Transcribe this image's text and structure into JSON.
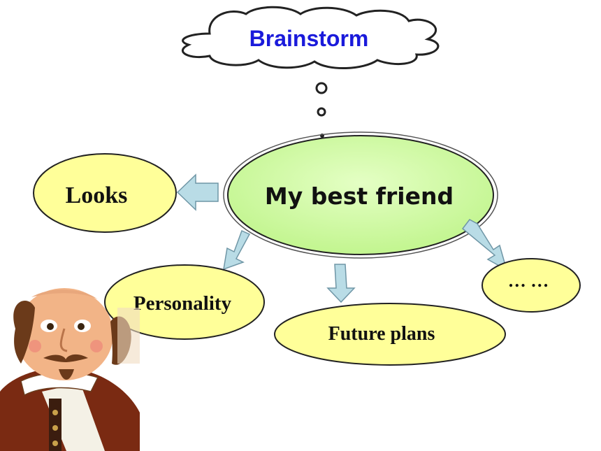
{
  "title": "Brainstorm",
  "center": "My best friend",
  "nodes": {
    "looks": "Looks",
    "personality": "Personality",
    "future_plans": "Future plans",
    "more": "… …"
  },
  "colors": {
    "title_text": "#1a1adb",
    "center_fill": "#ccff99",
    "node_fill": "#ffff99",
    "arrow_fill": "#b9dce6",
    "arrow_stroke": "#6f96a6",
    "outline": "#222222"
  }
}
